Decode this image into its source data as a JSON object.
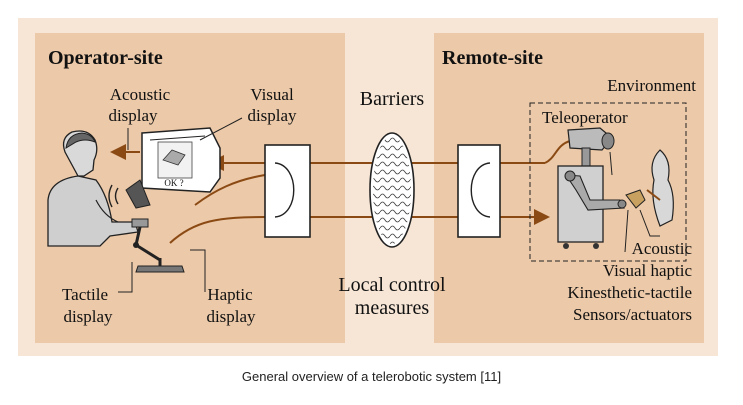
{
  "diagram": {
    "operator_site_title": "Operator-site",
    "remote_site_title": "Remote-site",
    "barriers_label": "Barriers",
    "local_control_line1": "Local control",
    "local_control_line2": "measures",
    "acoustic_display_line1": "Acoustic",
    "acoustic_display_line2": "display",
    "visual_display_line1": "Visual",
    "visual_display_line2": "display",
    "tactile_display_line1": "Tactile",
    "tactile_display_line2": "display",
    "haptic_display_line1": "Haptic",
    "haptic_display_line2": "display",
    "monitor_text": "OK ?",
    "environment_label": "Environment",
    "teleoperator_label": "Teleoperator",
    "sensor_line1": "Acoustic",
    "sensor_line2": "Visual haptic",
    "sensor_line3": "Kinesthetic-tactile",
    "sensor_line4": "Sensors/actuators"
  },
  "caption": "General overview of a telerobotic system [11]",
  "colors": {
    "background_panel": "#f7e6d6",
    "site_panel": "#ecc9a8",
    "arrow": "#8b4a14"
  }
}
